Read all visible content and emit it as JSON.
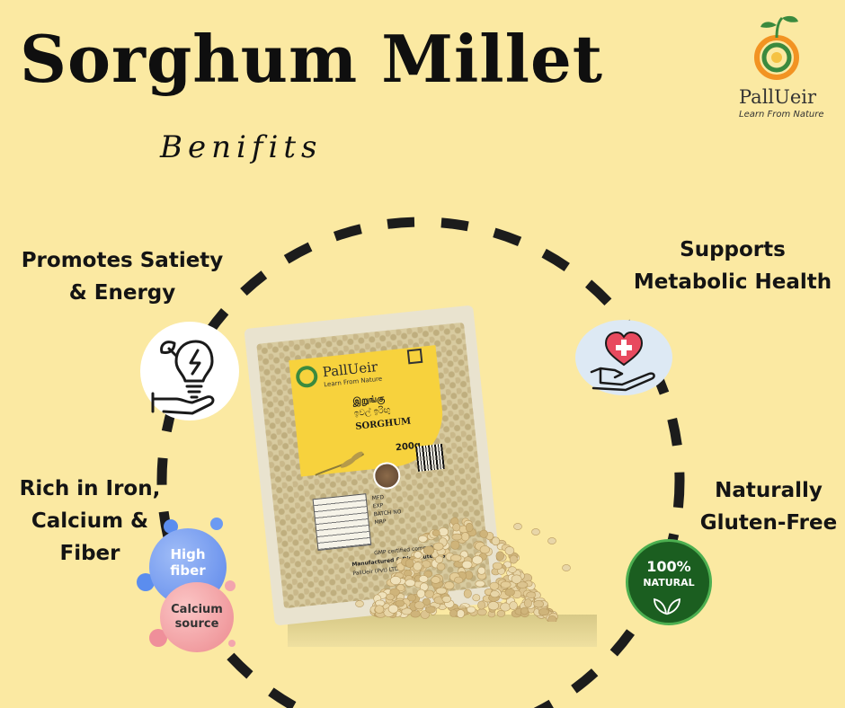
{
  "header": {
    "title": "Sorghum Millet",
    "subtitle": "Benifits"
  },
  "logo": {
    "name": "PallUeir",
    "tagline": "Learn From Nature",
    "icon": "spiral-sprout-icon"
  },
  "benefits": {
    "top_left": {
      "line1": "Promotes Satiety",
      "line2": "& Energy",
      "icon": "lightbulb-leaf-hand-icon"
    },
    "top_right": {
      "line1": "Supports",
      "line2": "Metabolic Health",
      "icon": "heart-hand-icon"
    },
    "bottom_left": {
      "line1": "Rich in Iron,",
      "line2": "Calcium & Fiber"
    },
    "bottom_right": {
      "line1": "Naturally",
      "line2": "Gluten-Free",
      "icon": "natural-badge-icon"
    }
  },
  "badges": {
    "fiber": {
      "line1": "High",
      "line2": "fiber"
    },
    "calcium": {
      "line1": "Calcium",
      "line2": "source"
    },
    "natural": {
      "line1": "100%",
      "line2": "NATURAL"
    }
  },
  "package": {
    "brand": "PallUeir",
    "brand_tag": "Learn From Nature",
    "tamil": "இறுங்கு",
    "sinhala": "ඉවල් ඉරිඟු",
    "product": "SORGHUM",
    "weight": "200g",
    "mfd": "MFD",
    "exp": "EXP",
    "batch": "BATCH NO",
    "mrp": "MRP",
    "gmp": "GMP certified company",
    "manufacturer": "Manufactured & Distributed by",
    "company": "PallUeir (Pvt) LTD"
  },
  "colors": {
    "background": "#fbe9a2",
    "dash": "#1c1c1c",
    "accent_green": "#2e7d32",
    "accent_orange": "#f29322"
  }
}
